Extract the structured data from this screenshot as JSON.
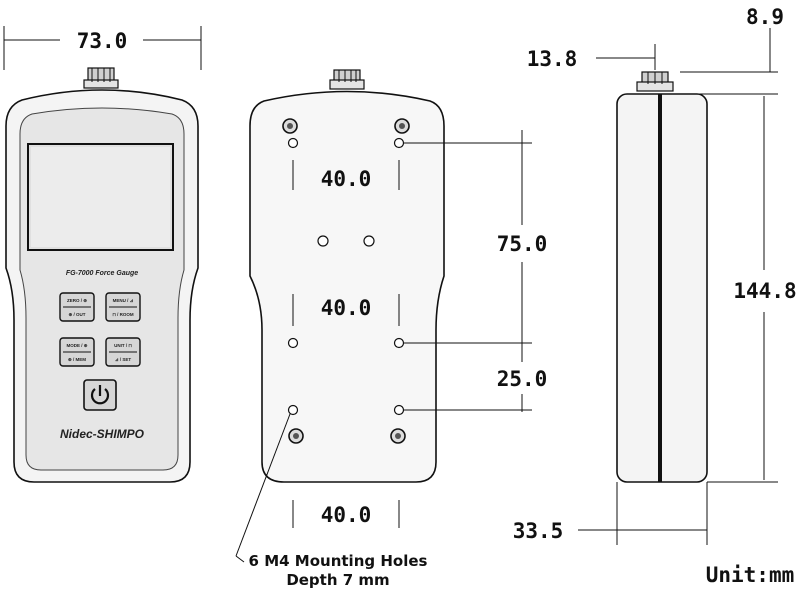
{
  "dimensions": {
    "front_width": "73.0",
    "hole_spacing_top": "40.0",
    "hole_spacing_mid": "40.0",
    "hole_spacing_bottom": "40.0",
    "hole_vertical_a": "75.0",
    "hole_vertical_b": "25.0",
    "side_top": "8.9",
    "side_connector": "13.8",
    "side_height": "144.8",
    "side_depth": "33.5"
  },
  "device": {
    "model_label": "FG-7000 Force Gauge",
    "brand_label": "Nidec-SHIMPO",
    "keys": [
      "ZERO / ⊕",
      "MENU / ⊿",
      "⊕ / OUT",
      "⊓ / ROOM",
      "MODE / ⊕",
      "UNIT / ⊓",
      "⊕ / MEM",
      "⊿ / SET"
    ]
  },
  "notes": {
    "mounting_line1": "6 M4 Mounting Holes",
    "mounting_line2": "Depth 7 mm",
    "unit": "Unit:mm"
  },
  "icons": {
    "power": "power-icon"
  }
}
